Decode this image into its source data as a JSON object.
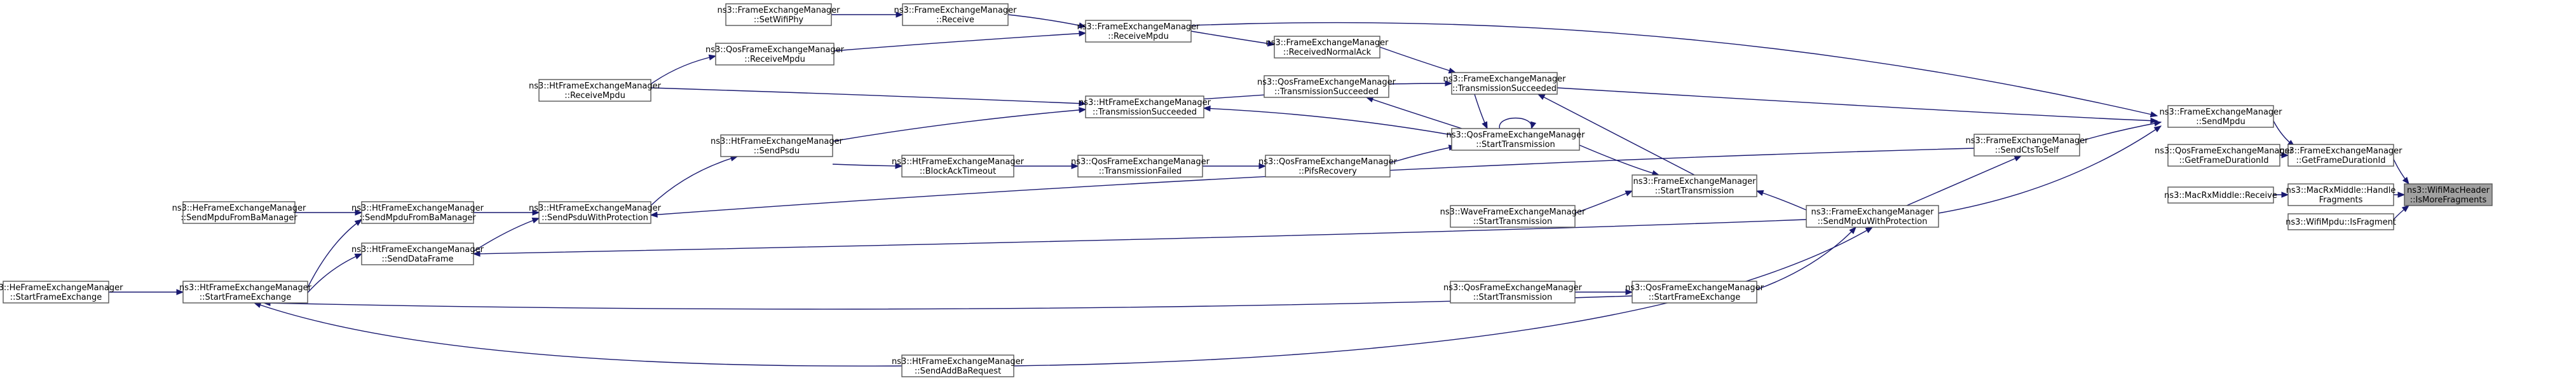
{
  "diagram": {
    "nodes": [
      {
        "id": "n0",
        "lines": [
          "ns3::WifiMacHeader",
          "::IsMoreFragments"
        ],
        "focus": true
      },
      {
        "id": "n1",
        "lines": [
          "ns3::FrameExchangeManager",
          "::GetFrameDurationId"
        ]
      },
      {
        "id": "n2",
        "lines": [
          "ns3::MacRxMiddle::Handle",
          "Fragments"
        ]
      },
      {
        "id": "n3",
        "lines": [
          "ns3::WifiMpdu::IsFragment"
        ]
      },
      {
        "id": "n4",
        "lines": [
          "ns3::FrameExchangeManager",
          "::SendMpdu"
        ]
      },
      {
        "id": "n5",
        "lines": [
          "ns3::QosFrameExchangeManager",
          "::GetFrameDurationId"
        ]
      },
      {
        "id": "n6",
        "lines": [
          "ns3::MacRxMiddle::Receive"
        ]
      },
      {
        "id": "n7",
        "lines": [
          "ns3::FrameExchangeManager",
          "::ReceiveMpdu"
        ]
      },
      {
        "id": "n8",
        "lines": [
          "ns3::FrameExchangeManager",
          "::TransmissionSucceeded"
        ]
      },
      {
        "id": "n9",
        "lines": [
          "ns3::FrameExchangeManager",
          "::SendCtsToSelf"
        ]
      },
      {
        "id": "n10",
        "lines": [
          "ns3::FrameExchangeManager",
          "::SendMpduWithProtection"
        ]
      },
      {
        "id": "n11",
        "lines": [
          "ns3::FrameExchangeManager",
          "::Receive"
        ]
      },
      {
        "id": "n12",
        "lines": [
          "ns3::FrameExchangeManager",
          "::SetWifiPhy"
        ]
      },
      {
        "id": "n13",
        "lines": [
          "ns3::QosFrameExchangeManager",
          "::ReceiveMpdu"
        ]
      },
      {
        "id": "n14",
        "lines": [
          "ns3::HtFrameExchangeManager",
          "::ReceiveMpdu"
        ]
      },
      {
        "id": "n15",
        "lines": [
          "ns3::FrameExchangeManager",
          "::ReceivedNormalAck"
        ]
      },
      {
        "id": "n16",
        "lines": [
          "ns3::QosFrameExchangeManager",
          "::TransmissionSucceeded"
        ]
      },
      {
        "id": "n17",
        "lines": [
          "ns3::HtFrameExchangeManager",
          "::TransmissionSucceeded"
        ]
      },
      {
        "id": "n18",
        "lines": [
          "ns3::QosFrameExchangeManager",
          "::StartTransmission"
        ]
      },
      {
        "id": "n19",
        "lines": [
          "ns3::HtFrameExchangeManager",
          "::SendPsdu"
        ]
      },
      {
        "id": "n20",
        "lines": [
          "ns3::HtFrameExchangeManager",
          "::SendPsduWithProtection"
        ]
      },
      {
        "id": "n21",
        "lines": [
          "ns3::HtFrameExchangeManager",
          "::SendMpduFromBaManager"
        ]
      },
      {
        "id": "n22",
        "lines": [
          "ns3::HeFrameExchangeManager",
          "::SendMpduFromBaManager"
        ]
      },
      {
        "id": "n23",
        "lines": [
          "ns3::HtFrameExchangeManager",
          "::StartFrameExchange"
        ]
      },
      {
        "id": "n24",
        "lines": [
          "ns3::HeFrameExchangeManager",
          "::StartFrameExchange"
        ]
      },
      {
        "id": "n25",
        "lines": [
          "ns3::HtFrameExchangeManager",
          "::SendDataFrame"
        ]
      },
      {
        "id": "n26",
        "lines": [
          "ns3::QosFrameExchangeManager",
          "::StartFrameExchange"
        ]
      },
      {
        "id": "n27",
        "lines": [
          "ns3::QosFrameExchangeManager",
          "::StartTransmission"
        ]
      },
      {
        "id": "n28",
        "lines": [
          "ns3::HtFrameExchangeManager",
          "::SendAddBaRequest"
        ]
      },
      {
        "id": "n29",
        "lines": [
          "ns3::HtFrameExchangeManager",
          "::BlockAckTimeout"
        ]
      },
      {
        "id": "n30",
        "lines": [
          "ns3::QosFrameExchangeManager",
          "::TransmissionFailed"
        ]
      },
      {
        "id": "n31",
        "lines": [
          "ns3::QosFrameExchangeManager",
          "::PifsRecovery"
        ]
      },
      {
        "id": "n32",
        "lines": [
          "ns3::FrameExchangeManager",
          "::StartTransmission"
        ]
      },
      {
        "id": "n33",
        "lines": [
          "ns3::WaveFrameExchangeManager",
          "::StartTransmission"
        ]
      }
    ],
    "edges": [
      {
        "from": "n1",
        "to": "n0"
      },
      {
        "from": "n2",
        "to": "n0"
      },
      {
        "from": "n3",
        "to": "n0"
      },
      {
        "from": "n4",
        "to": "n1"
      },
      {
        "from": "n5",
        "to": "n1"
      },
      {
        "from": "n6",
        "to": "n2"
      },
      {
        "from": "n7",
        "to": "n4"
      },
      {
        "from": "n8",
        "to": "n4"
      },
      {
        "from": "n9",
        "to": "n4"
      },
      {
        "from": "n10",
        "to": "n4"
      },
      {
        "from": "n11",
        "to": "n7"
      },
      {
        "from": "n13",
        "to": "n7"
      },
      {
        "from": "n12",
        "to": "n11"
      },
      {
        "from": "n14",
        "to": "n13"
      },
      {
        "from": "n15",
        "to": "n8"
      },
      {
        "from": "n16",
        "to": "n8"
      },
      {
        "from": "n32",
        "to": "n8"
      },
      {
        "from": "n7",
        "to": "n15"
      },
      {
        "from": "n17",
        "to": "n16"
      },
      {
        "from": "n18",
        "to": "n16"
      },
      {
        "from": "n14",
        "to": "n17"
      },
      {
        "from": "n18",
        "to": "n17"
      },
      {
        "from": "n19",
        "to": "n17"
      },
      {
        "from": "n18",
        "to": "n18"
      },
      {
        "from": "n31",
        "to": "n18"
      },
      {
        "from": "n8",
        "to": "n18"
      },
      {
        "from": "n20",
        "to": "n19"
      },
      {
        "from": "n21",
        "to": "n20"
      },
      {
        "from": "n25",
        "to": "n20"
      },
      {
        "from": "n9",
        "to": "n20"
      },
      {
        "from": "n22",
        "to": "n21"
      },
      {
        "from": "n23",
        "to": "n21"
      },
      {
        "from": "n24",
        "to": "n23"
      },
      {
        "from": "n26",
        "to": "n23"
      },
      {
        "from": "n28",
        "to": "n23"
      },
      {
        "from": "n23",
        "to": "n25"
      },
      {
        "from": "n10",
        "to": "n25"
      },
      {
        "from": "n19",
        "to": "n29"
      },
      {
        "from": "n29",
        "to": "n30"
      },
      {
        "from": "n30",
        "to": "n31"
      },
      {
        "from": "n18",
        "to": "n32"
      },
      {
        "from": "n33",
        "to": "n32"
      },
      {
        "from": "n10",
        "to": "n32"
      },
      {
        "from": "n10",
        "to": "n9"
      },
      {
        "from": "n26",
        "to": "n10"
      },
      {
        "from": "n28",
        "to": "n10"
      },
      {
        "from": "n27",
        "to": "n26"
      }
    ],
    "colors": {
      "edge": "#191970",
      "node_border": "#555555",
      "focus_fill": "#a0a0a0",
      "background": "#ffffff"
    }
  }
}
